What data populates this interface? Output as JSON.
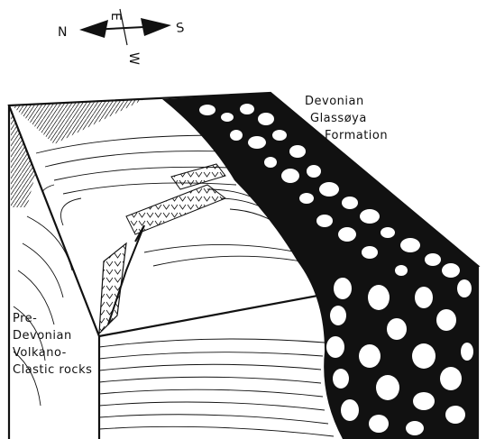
{
  "compass": {
    "north": "N",
    "south": "S",
    "east": "E",
    "west": "W"
  },
  "labels": {
    "devonian": [
      "Devonian",
      "Glassøya",
      "Formation"
    ],
    "pre_devonian": [
      "Pre-",
      "Devonian",
      "Volkano-",
      "Clastic rocks"
    ]
  },
  "colors": {
    "ink": "#111111",
    "paper": "#ffffff"
  }
}
